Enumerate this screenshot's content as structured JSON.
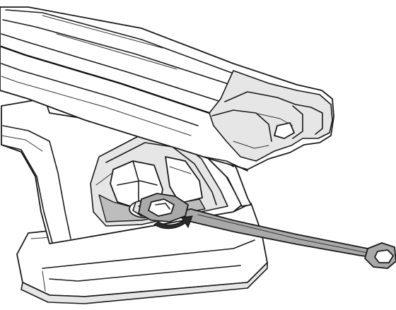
{
  "illustration": {
    "subject": "roof-rack-foot-mounting",
    "tool": "open-ring-wrench",
    "rotation_indicator": "clockwise-arrow"
  },
  "colors": {
    "line": "#1a1a1a",
    "background": "#ffffff",
    "shade_light": "#e6e6e6",
    "shade_mid": "#bdbdbd",
    "wrench": "#a9a9a9",
    "arrow": "#2a2a2a"
  }
}
